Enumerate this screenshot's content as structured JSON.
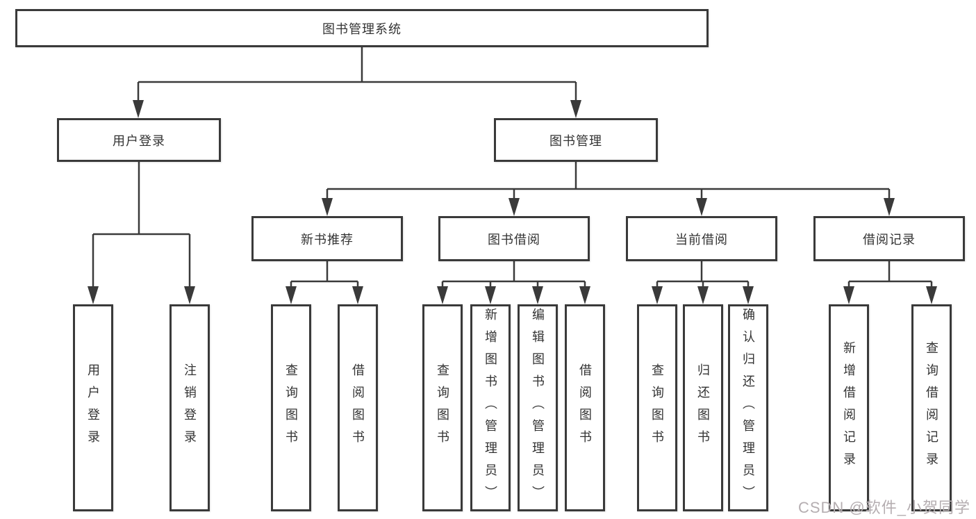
{
  "diagram": {
    "title": "图书管理系统",
    "type": "hierarchy-tree",
    "colors": {
      "line": "#3a3a3a",
      "box_border": "#3a3a3a",
      "box_fill": "#ffffff",
      "text": "#333333",
      "watermark_text": "#b5aeb1",
      "background": "#ffffff"
    },
    "watermark": "CSDN @软件_小贺同学",
    "root": {
      "label": "图书管理系统"
    },
    "branches": [
      {
        "label": "用户登录",
        "children": [
          {
            "label": "用户登录"
          },
          {
            "label": "注销登录"
          }
        ]
      },
      {
        "label": "图书管理",
        "children": [
          {
            "label": "新书推荐",
            "children": [
              {
                "label": "查询图书"
              },
              {
                "label": "借阅图书"
              }
            ]
          },
          {
            "label": "图书借阅",
            "children": [
              {
                "label": "查询图书"
              },
              {
                "label": "新增图书（管理员）"
              },
              {
                "label": "编辑图书（管理员）"
              },
              {
                "label": "借阅图书"
              }
            ]
          },
          {
            "label": "当前借阅",
            "children": [
              {
                "label": "查询图书"
              },
              {
                "label": "归还图书"
              },
              {
                "label": "确认归还（管理员）"
              }
            ]
          },
          {
            "label": "借阅记录",
            "children": [
              {
                "label": "新增借阅记录"
              },
              {
                "label": "查询借阅记录"
              }
            ]
          }
        ]
      }
    ]
  }
}
